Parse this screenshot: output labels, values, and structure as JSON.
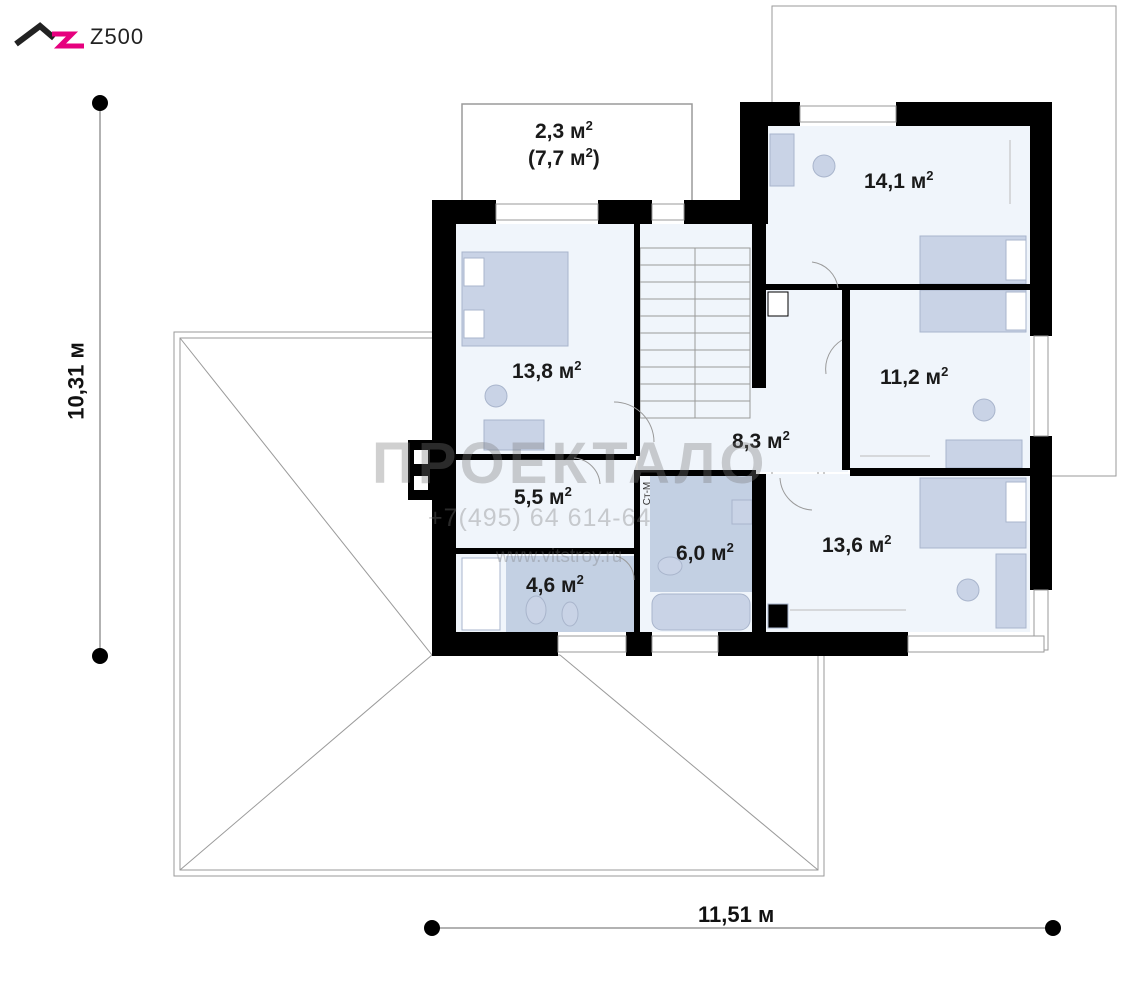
{
  "logo": {
    "text": "Z500",
    "mark_color": "#e6007e",
    "dark_color": "#222222"
  },
  "dimensions": {
    "height": "10,31 м",
    "width": "11,51 м"
  },
  "watermark": {
    "text": "ПРОЕКТАЛО",
    "phone": "+7(495) 64 614-64",
    "site": "www.vitstroy.ru"
  },
  "rooms": [
    {
      "id": "balcony",
      "area": "2,3 м",
      "alt_area": "(7,7 м",
      "alt_suffix": ")"
    },
    {
      "id": "bedroom-nw",
      "area": "13,8 м"
    },
    {
      "id": "bedroom-ne",
      "area": "14,1 м"
    },
    {
      "id": "hall",
      "area": "8,3 м"
    },
    {
      "id": "bedroom-e",
      "area": "11,2 м"
    },
    {
      "id": "dressing",
      "area": "5,5 м"
    },
    {
      "id": "bathroom",
      "area": "6,0 м"
    },
    {
      "id": "wc",
      "area": "4,6 м"
    },
    {
      "id": "bedroom-se",
      "area": "13,6 м"
    }
  ],
  "fixtures": {
    "shaft_label": "Ст-М"
  },
  "colors": {
    "wall": "#000000",
    "room_fill": "#f0f5fb",
    "furniture": "#c9d3e6",
    "wet_fill": "#c3d0e3",
    "outline": "#9a9a9a"
  }
}
